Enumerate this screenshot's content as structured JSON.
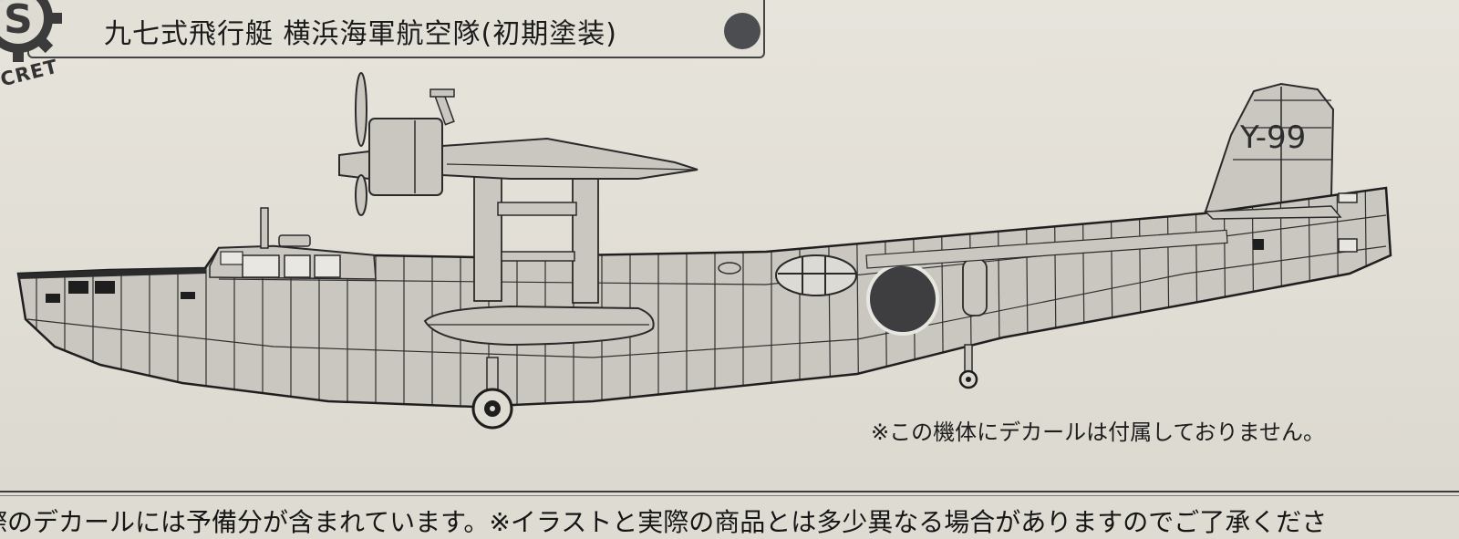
{
  "header": {
    "title": "九七式飛行艇 横浜海軍航空隊(初期塗装)",
    "color_swatch": "#4c4d50",
    "badge_letter": "S",
    "badge_text": "CRET"
  },
  "aircraft": {
    "tail_code": "Y-99",
    "body_color": "#c9c7c0",
    "hinomaru_color": "#3e3e40"
  },
  "note": "※この機体にデカールは付属しておりません。",
  "footer": "際のデカールには予備分が含まれています。※イラストと実際の商品とは多少異なる場合がありますのでご了承くださ"
}
